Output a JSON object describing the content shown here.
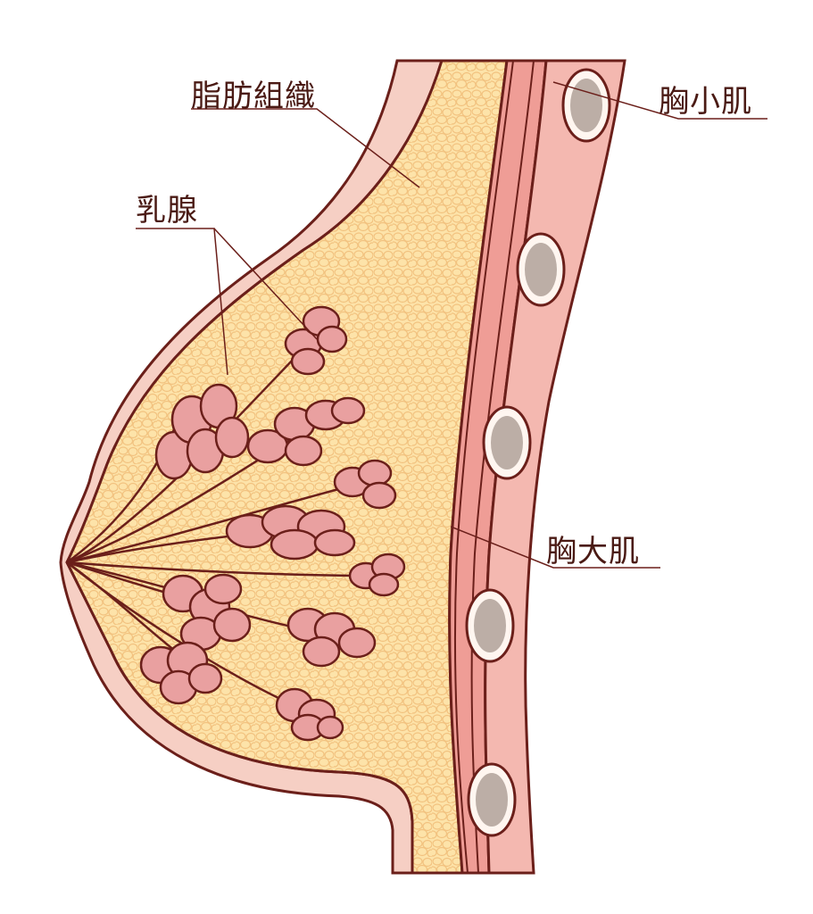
{
  "labels": {
    "fat_tissue": "脂肪組織",
    "mammary_gland": "乳腺",
    "pectoralis_minor": "胸小肌",
    "pectoralis_major": "胸大肌"
  },
  "colors": {
    "outline": "#6b1f1a",
    "skin": "#f6cfc4",
    "fat": "#fde3a9",
    "fat_cell": "#f4c88a",
    "gland": "#e9a0a0",
    "muscle": "#ef9d96",
    "muscle_light": "#f4b8b0",
    "bone": "#bcaea6",
    "bone_outer": "#fff6f0"
  }
}
